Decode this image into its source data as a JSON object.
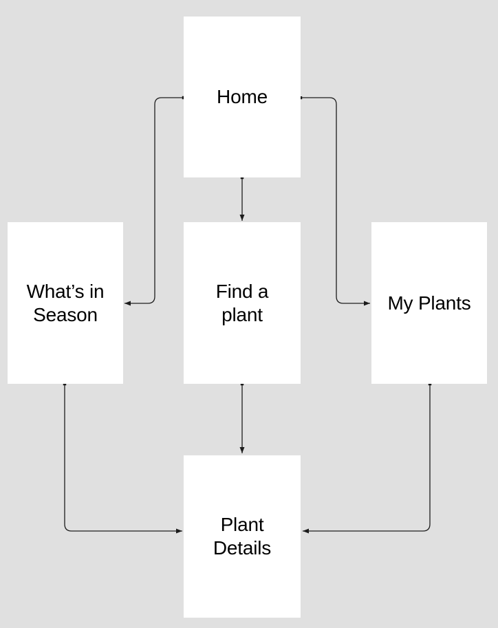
{
  "canvas": {
    "background_color": "#e0e0e0",
    "node_fill_color": "#ffffff",
    "connector_color": "#1c1c1c",
    "text_color": "#000000"
  },
  "diagram": {
    "type": "screen-flow",
    "nodes": [
      {
        "id": "home",
        "label": "Home",
        "display": "Home"
      },
      {
        "id": "whats-in-season",
        "label": "What’s in Season",
        "display": "What’s in\nSeason"
      },
      {
        "id": "find-a-plant",
        "label": "Find a plant",
        "display": "Find a\nplant"
      },
      {
        "id": "my-plants",
        "label": "My Plants",
        "display": "My Plants"
      },
      {
        "id": "plant-details",
        "label": "Plant Details",
        "display": "Plant\nDetails"
      }
    ],
    "edges": [
      {
        "from": "Home",
        "to": "What’s in Season",
        "marker_start": "square",
        "marker_end": "arrow"
      },
      {
        "from": "Home",
        "to": "Find a plant",
        "marker_start": "square",
        "marker_end": "arrow"
      },
      {
        "from": "Home",
        "to": "My Plants",
        "marker_start": "square",
        "marker_end": "arrow"
      },
      {
        "from": "What’s in Season",
        "to": "Plant Details",
        "marker_start": "square",
        "marker_end": "arrow"
      },
      {
        "from": "Find a plant",
        "to": "Plant Details",
        "marker_start": "square",
        "marker_end": "arrow"
      },
      {
        "from": "My Plants",
        "to": "Plant Details",
        "marker_start": "square",
        "marker_end": "arrow"
      }
    ]
  }
}
